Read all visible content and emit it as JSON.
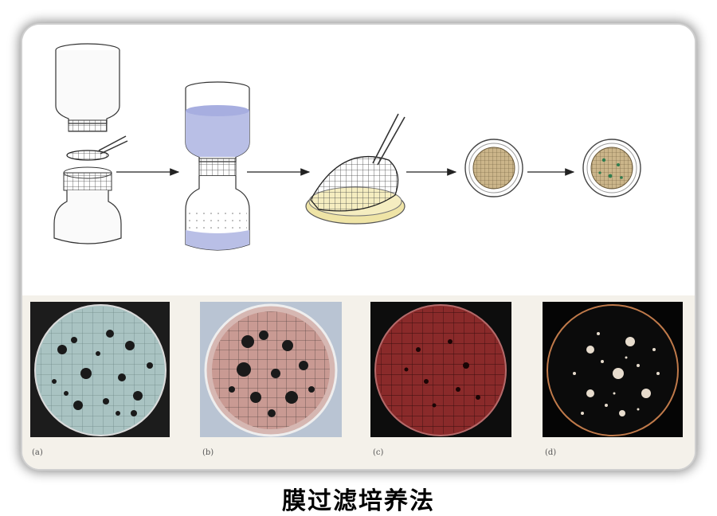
{
  "caption": "膜过滤培养法",
  "panel_labels": [
    "(a)",
    "(b)",
    "(c)",
    "(d)"
  ],
  "colors": {
    "liquid": "#b9bfe6",
    "agar": "#efe4a6",
    "photo_a_bg": "#a9c3c2",
    "photo_b_bg": "#c99a93",
    "photo_c_bg": "#8a2a2a",
    "photo_d_bg": "#0b0b0b"
  }
}
